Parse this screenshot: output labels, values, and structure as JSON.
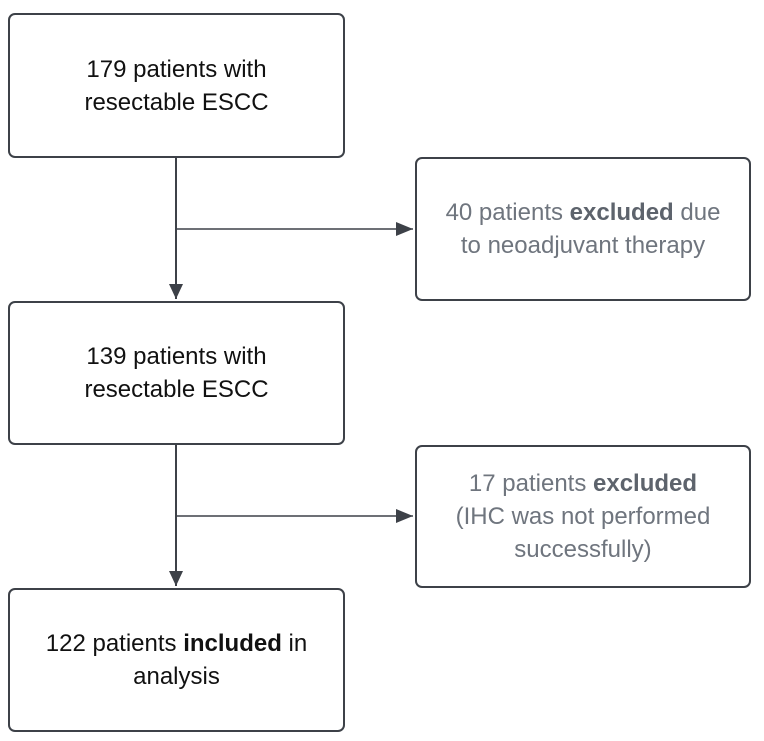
{
  "boxes": {
    "patients_initial": {
      "line1": "179 patients with",
      "line2": "resectable ESCC"
    },
    "excluded_neoadjuvant": {
      "line1_pre": "40 patients ",
      "line1_bold": "excluded",
      "line1_post": " due",
      "line2": "to neoadjuvant therapy"
    },
    "patients_after_exclusion": {
      "line1": "139 patients with",
      "line2": "resectable ESCC"
    },
    "excluded_ihc": {
      "line1_pre": "17 patients ",
      "line1_bold": "excluded",
      "line2": "(IHC was not performed",
      "line3": "successfully)"
    },
    "patients_included": {
      "line1_pre": "122 patients ",
      "line1_bold": "included",
      "line1_post": " in",
      "line2": "analysis"
    }
  },
  "colors": {
    "border": "#3d4148",
    "arrow": "#3d4148",
    "main_text": "#111111",
    "side_text": "#6f757e"
  }
}
